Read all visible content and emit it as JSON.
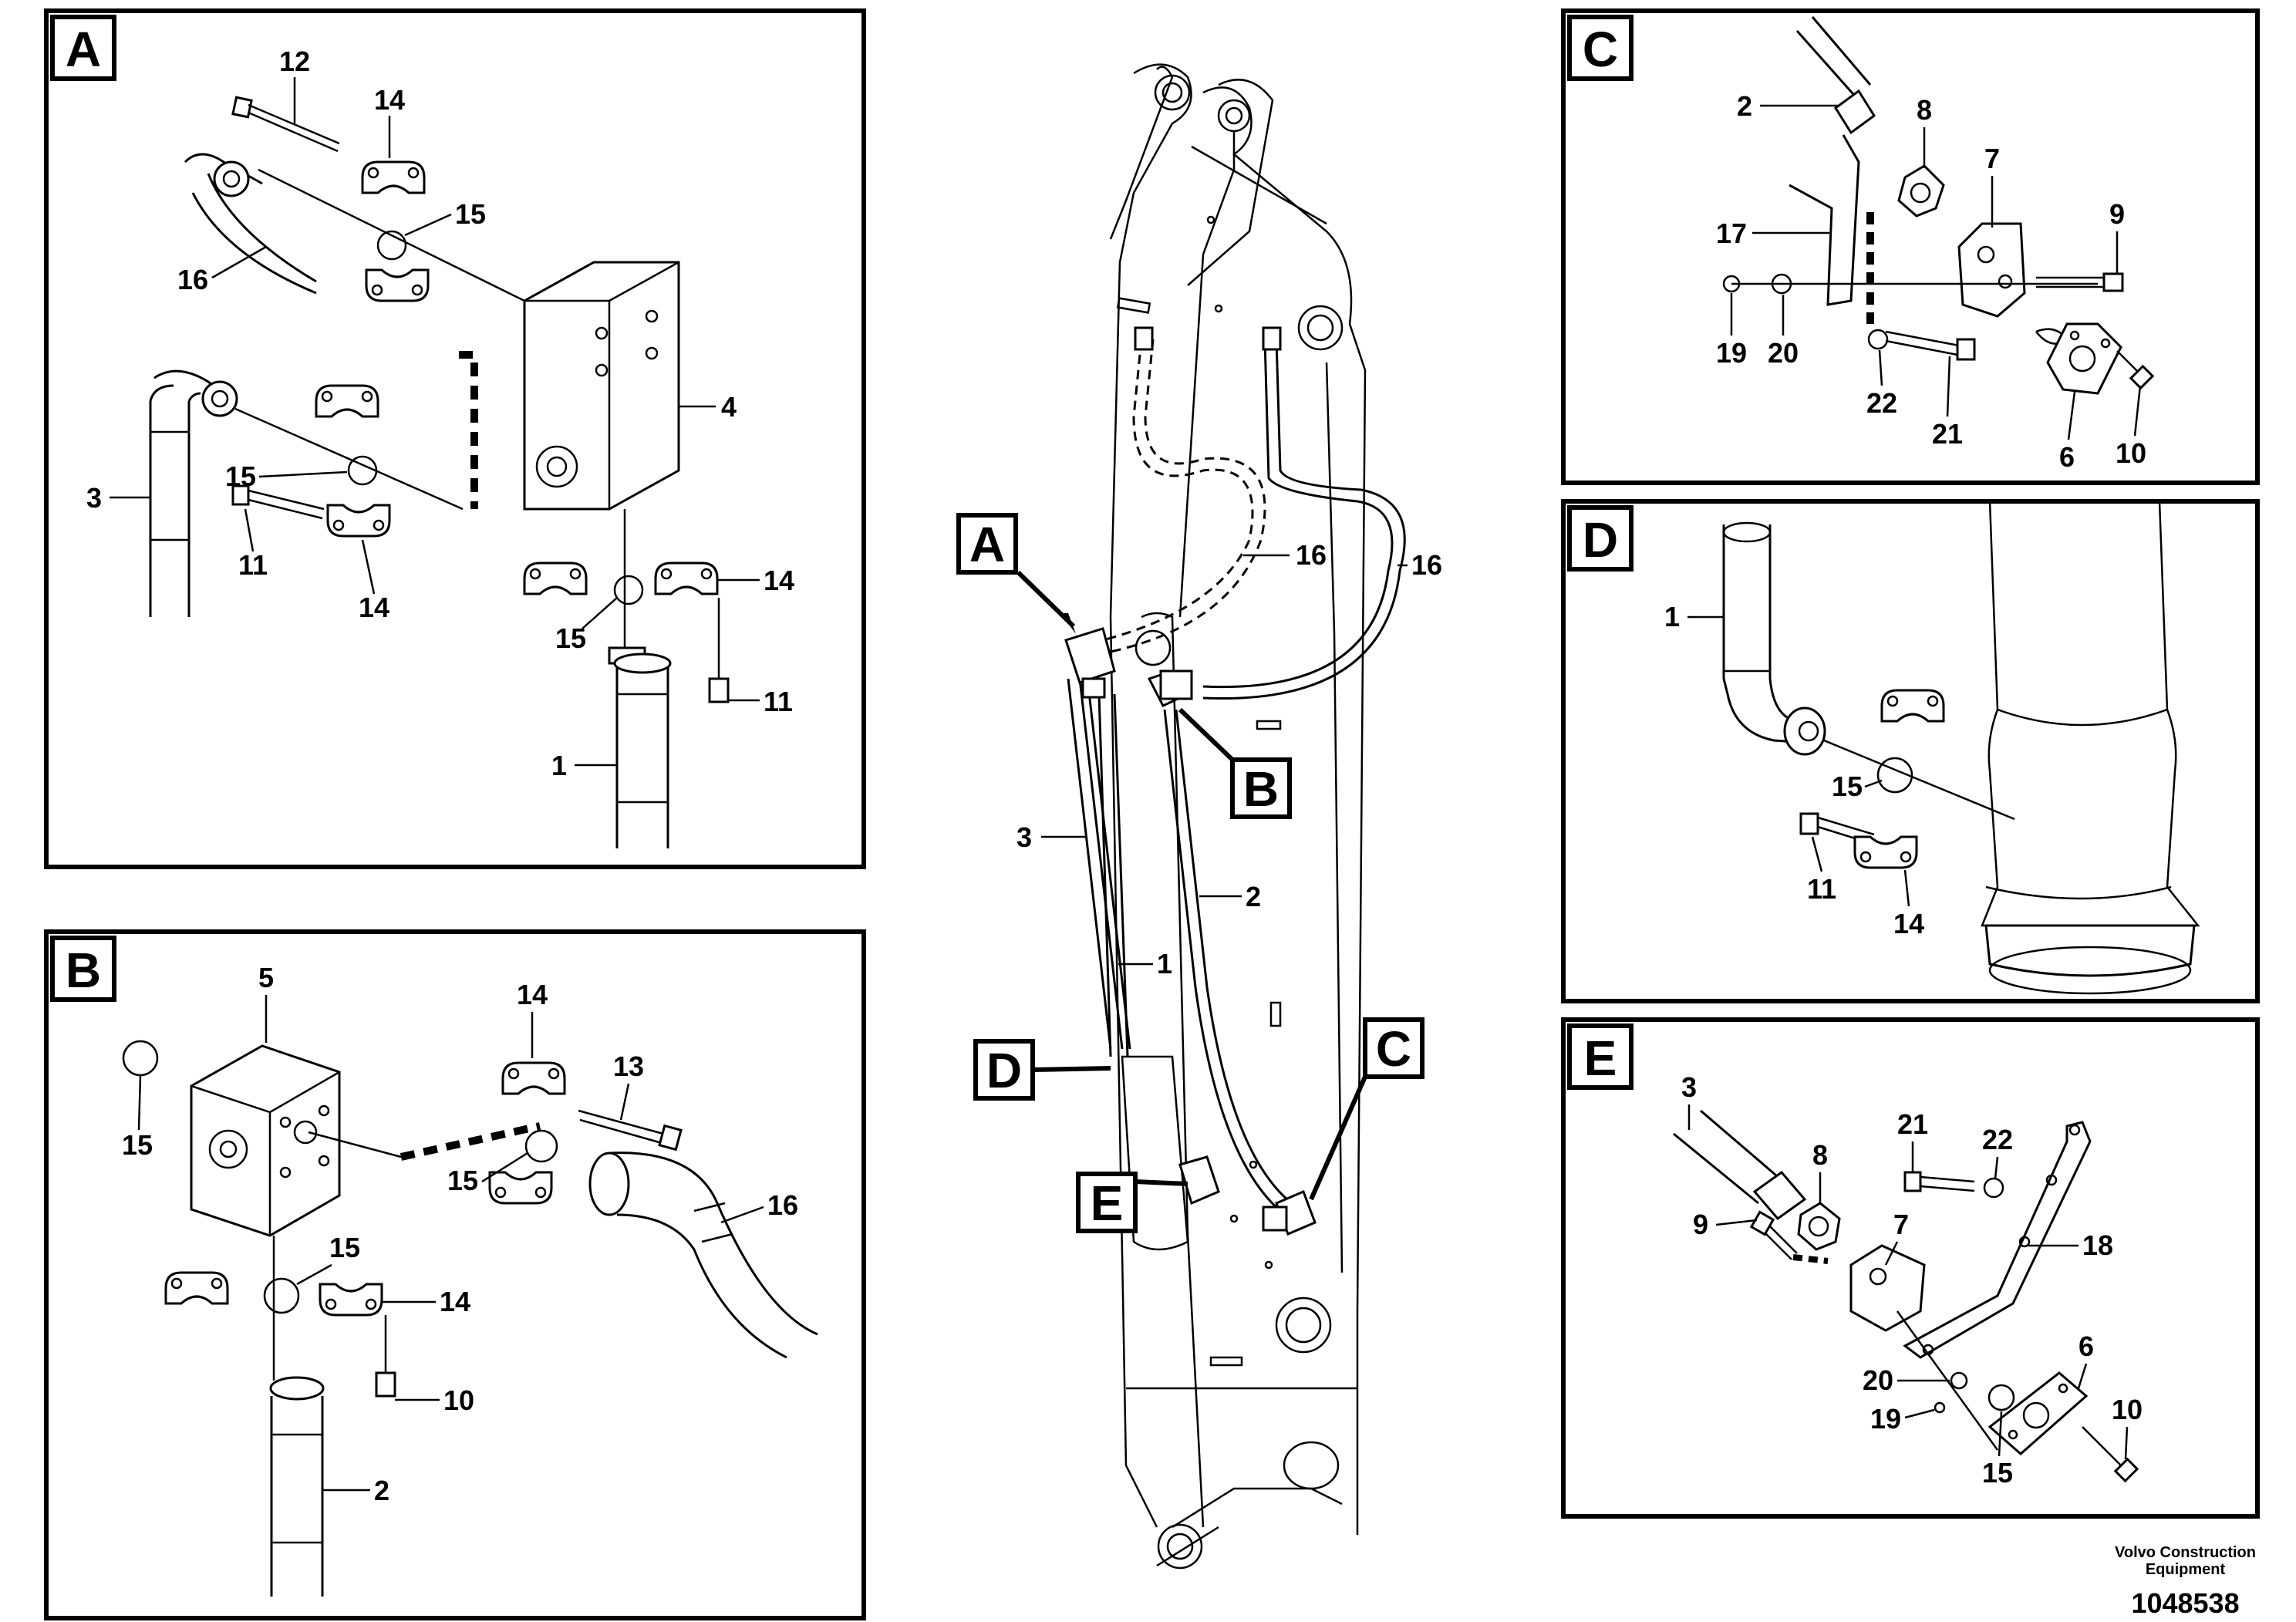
{
  "panels": {
    "A": {
      "letter": "A",
      "callouts": [
        "12",
        "14",
        "15",
        "16",
        "4",
        "15",
        "3",
        "11",
        "14",
        "14",
        "15",
        "11",
        "1"
      ]
    },
    "B": {
      "letter": "B",
      "callouts": [
        "5",
        "14",
        "13",
        "15",
        "15",
        "16",
        "15",
        "14",
        "10",
        "2"
      ]
    },
    "C": {
      "letter": "C",
      "callouts": [
        "2",
        "8",
        "7",
        "9",
        "17",
        "19",
        "20",
        "22",
        "21",
        "6",
        "10"
      ]
    },
    "D": {
      "letter": "D",
      "callouts": [
        "1",
        "15",
        "11",
        "14"
      ]
    },
    "E": {
      "letter": "E",
      "callouts": [
        "3",
        "8",
        "21",
        "22",
        "7",
        "9",
        "18",
        "6",
        "20",
        "19",
        "10",
        "15"
      ]
    }
  },
  "main": {
    "markers": [
      "A",
      "B",
      "C",
      "D",
      "E"
    ],
    "callouts": [
      "16",
      "16",
      "3",
      "2",
      "1"
    ]
  },
  "footer": {
    "brand_line1": "Volvo Construction",
    "brand_line2": "Equipment",
    "drawing_number": "1048538"
  }
}
